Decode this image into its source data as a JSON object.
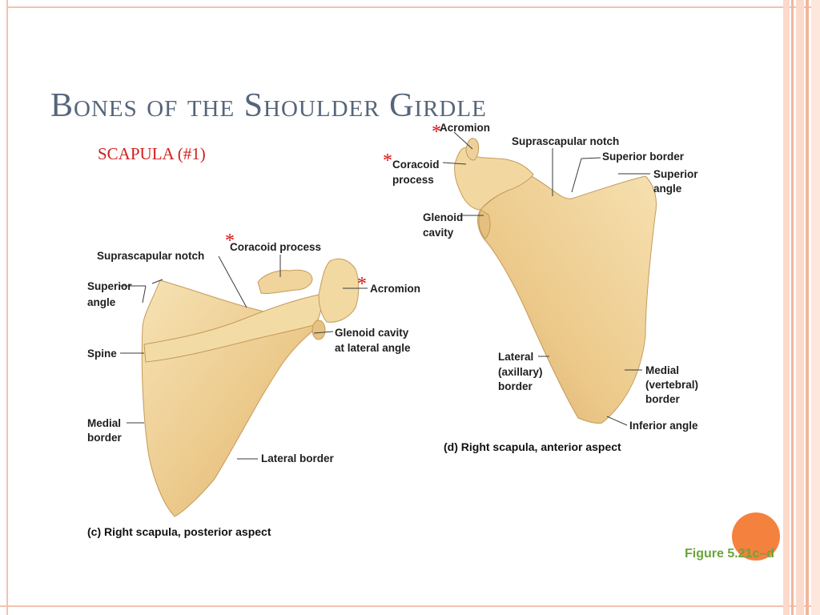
{
  "slide": {
    "title": "Bones of the Shoulder Girdle",
    "subtitle": "SCAPULA (#1)",
    "figure_ref": "Figure 5.21c–d",
    "accent_colors": {
      "title": "#55657a",
      "subtitle": "#d21e1e",
      "asterisk": "#e01010",
      "figure_ref": "#6aa43a",
      "circle": "#f5813f",
      "frame": "#f4c2b0",
      "bone": "#eccf96"
    }
  },
  "posterior": {
    "caption": "(c) Right scapula, posterior aspect",
    "labels": {
      "suprascapular_notch": "Suprascapular notch",
      "coracoid_process": "Coracoid process",
      "superior_angle_1": "Superior",
      "superior_angle_2": "angle",
      "acromion": "Acromion",
      "glenoid_1": "Glenoid cavity",
      "glenoid_2": "at lateral angle",
      "spine": "Spine",
      "medial_border_1": "Medial",
      "medial_border_2": "border",
      "lateral_border": "Lateral border"
    },
    "asterisk": "*"
  },
  "anterior": {
    "caption": "(d) Right scapula, anterior aspect",
    "labels": {
      "acromion": "Acromion",
      "suprascapular_notch": "Suprascapular notch",
      "superior_border": "Superior border",
      "coracoid_1": "Coracoid",
      "coracoid_2": "process",
      "superior_angle_1": "Superior",
      "superior_angle_2": "angle",
      "glenoid_1": "Glenoid",
      "glenoid_2": "cavity",
      "lateral_border_1": "Lateral",
      "lateral_border_2": "(axillary)",
      "lateral_border_3": "border",
      "medial_border_1": "Medial",
      "medial_border_2": "(vertebral)",
      "medial_border_3": "border",
      "inferior_angle": "Inferior angle"
    },
    "asterisk": "*"
  }
}
